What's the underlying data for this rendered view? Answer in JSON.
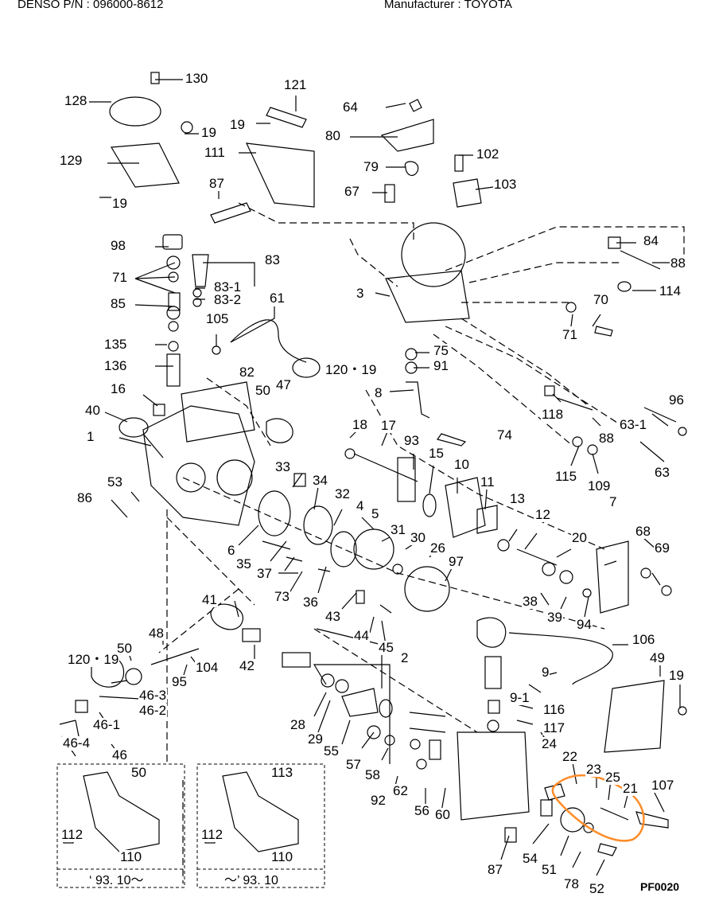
{
  "header": {
    "part_number": "DENSO P/N : 096000-8612",
    "manufacturer": "Manufacturer : TOYOTA"
  },
  "diagram_code": "PF0020",
  "sub_boxes": [
    {
      "label": "‘ 93. 10〜"
    },
    {
      "label": "〜’ 93. 10"
    }
  ],
  "callouts": [
    "130",
    "128",
    "19",
    "129",
    "19",
    "121",
    "19",
    "111",
    "87",
    "64",
    "80",
    "79",
    "102",
    "103",
    "67",
    "98",
    "83",
    "71",
    "83-1",
    "83-2",
    "85",
    "105",
    "61",
    "135",
    "136",
    "82",
    "120・19",
    "50",
    "47",
    "16",
    "40",
    "1",
    "3",
    "84",
    "88",
    "114",
    "70",
    "71",
    "75",
    "91",
    "8",
    "118",
    "88",
    "96",
    "63-1",
    "63",
    "115",
    "109",
    "18",
    "17",
    "93",
    "74",
    "15",
    "10",
    "11",
    "33",
    "34",
    "32",
    "4",
    "53",
    "86",
    "6",
    "35",
    "37",
    "73",
    "36",
    "5",
    "31",
    "30",
    "26",
    "97",
    "13",
    "12",
    "7",
    "20",
    "68",
    "69",
    "38",
    "39",
    "94",
    "41",
    "43",
    "44",
    "45",
    "42",
    "48",
    "50",
    "120・19",
    "104",
    "95",
    "46-3",
    "46-2",
    "46-1",
    "46-4",
    "46",
    "2",
    "28",
    "29",
    "55",
    "57",
    "58",
    "92",
    "62",
    "56",
    "60",
    "106",
    "9",
    "9-1",
    "116",
    "117",
    "24",
    "49",
    "19",
    "22",
    "23",
    "25",
    "21",
    "107",
    "54",
    "51",
    "78",
    "52",
    "87",
    "50",
    "112",
    "110",
    "113",
    "112",
    "110"
  ],
  "highlight_color": "#ff8c28"
}
